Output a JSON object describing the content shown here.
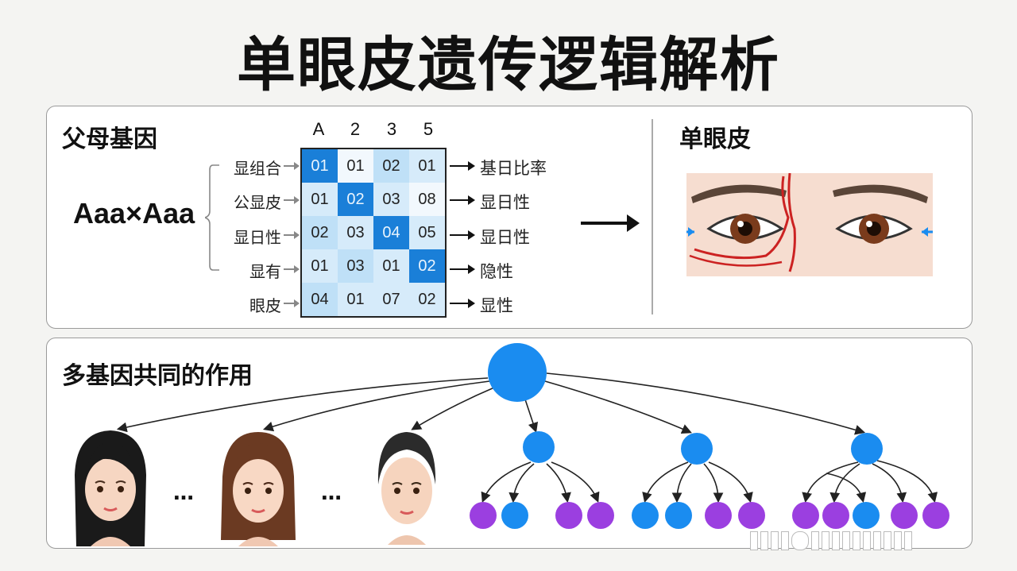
{
  "title": "单眼皮遗传逻辑解析",
  "parents_section": {
    "title": "父母基因",
    "formula": "Aaa×Aaa",
    "column_headers": [
      "A",
      "2",
      "3",
      "5"
    ],
    "row_labels": [
      "显组合",
      "公显皮",
      "显日性",
      "显有",
      "眼皮"
    ],
    "grid": [
      [
        "01",
        "01",
        "02",
        "01"
      ],
      [
        "01",
        "02",
        "03",
        "08"
      ],
      [
        "02",
        "03",
        "04",
        "05"
      ],
      [
        "01",
        "03",
        "01",
        "02"
      ],
      [
        "04",
        "01",
        "07",
        "02"
      ]
    ],
    "grid_intensity": [
      [
        4,
        0,
        2,
        1
      ],
      [
        1,
        4,
        1,
        0
      ],
      [
        2,
        1,
        4,
        1
      ],
      [
        1,
        2,
        1,
        4
      ],
      [
        2,
        1,
        1,
        1
      ]
    ],
    "outputs": [
      "基日比率",
      "显日性",
      "显日性",
      "隐性",
      "显性"
    ]
  },
  "result_section": {
    "title": "单眼皮"
  },
  "polygenic_section": {
    "title": "多基因共同的作用",
    "ellipsis_1": "…",
    "ellipsis_2": "…",
    "faces": [
      {
        "hair": "black",
        "hair_color": "#1a1a1a"
      },
      {
        "hair": "brown",
        "hair_color": "#6b3a22"
      },
      {
        "hair": "dark-updo",
        "hair_color": "#2b2b2b"
      }
    ],
    "tree": {
      "root_color": "#1a8cf0",
      "node_color": "#1a8cf0",
      "leaf_purple": "#9b3fe0",
      "subtrees": [
        {
          "leaves": [
            "purple",
            "blue",
            "purple",
            "purple"
          ]
        },
        {
          "leaves": [
            "blue",
            "blue",
            "purple",
            "purple"
          ]
        },
        {
          "leaves": [
            "purple",
            "purple",
            "blue",
            "purple",
            "purple"
          ]
        }
      ]
    }
  },
  "colors": {
    "cell_strong": "#1a7fd8",
    "cell_light": "#d6ebfa",
    "accent_blue": "#1a8cf0",
    "accent_purple": "#9b3fe0"
  }
}
